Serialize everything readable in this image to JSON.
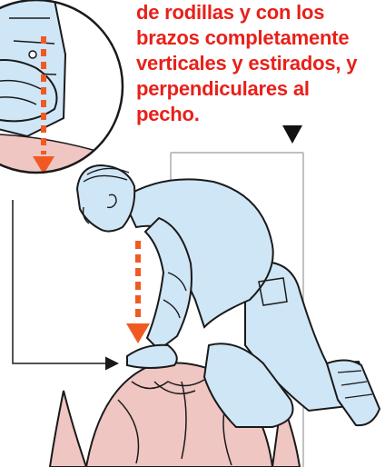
{
  "caption": {
    "lines": [
      "de rodillas y con los",
      "brazos completamente",
      "verticales y estirados, y",
      "perpendiculares al",
      "pecho."
    ]
  },
  "colors": {
    "caption_text": "#e8201a",
    "rescuer_fill": "#cfe6f7",
    "patient_fill": "#efc6c2",
    "arrow_dashed": "#f05a22",
    "outline": "#1a1a1a",
    "frame_line": "#9a9a9a"
  },
  "icons": {
    "pointer": "down-triangle-icon",
    "compression_direction": "dashed-down-arrow"
  }
}
